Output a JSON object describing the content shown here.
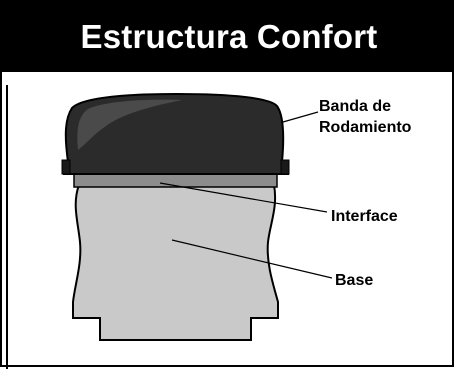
{
  "title": "Estructura Confort",
  "labels": {
    "tread_line1": "Banda de",
    "tread_line2": "Rodamiento",
    "interface": "Interface",
    "base": "Base"
  },
  "colors": {
    "header_bg": "#000000",
    "title_text": "#ffffff",
    "tread": "#2b2b2b",
    "tread_highlight": "#4a4a4a",
    "interface_band": "#8c8c8c",
    "base": "#c9c9c9",
    "outline": "#000000"
  }
}
